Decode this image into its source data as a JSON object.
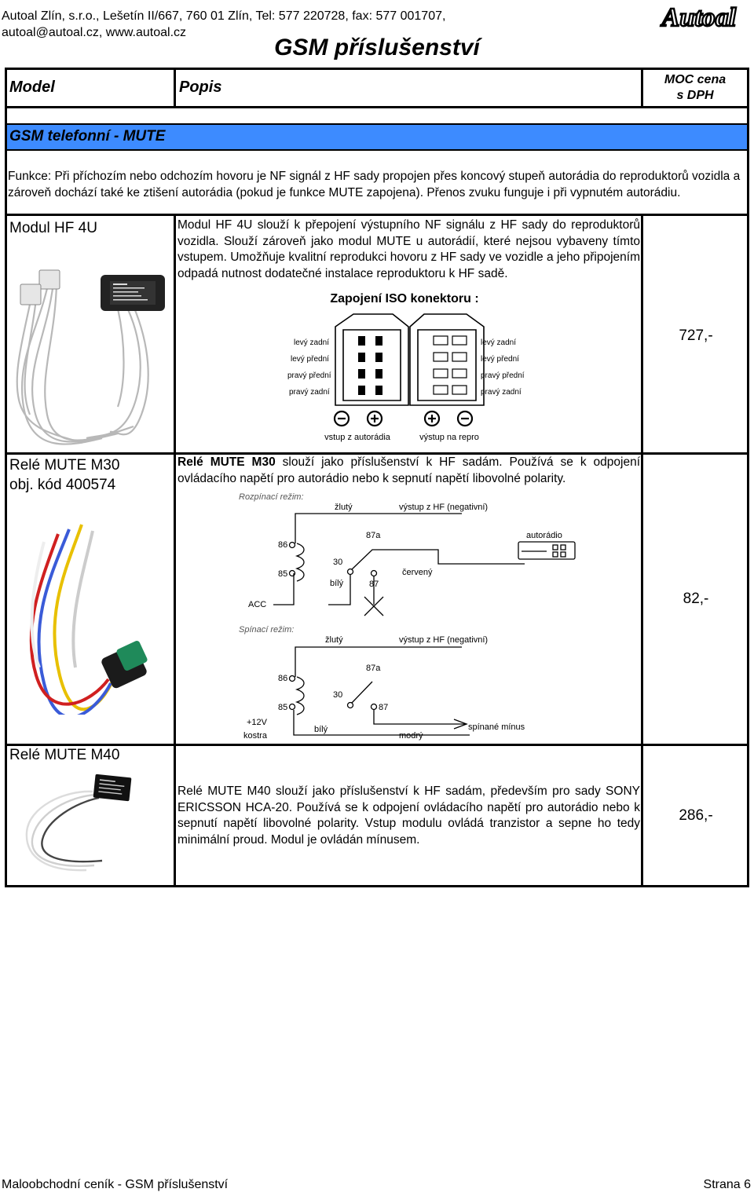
{
  "header": {
    "address_line1": "Autoal Zlín, s.r.o., Lešetín II/667, 760 01 Zlín, Tel: 577 220728, fax: 577 001707,",
    "address_line2": "autoal@autoal.cz, www.autoal.cz",
    "title": "GSM příslušenství",
    "logo_text": "Autoal"
  },
  "table_header": {
    "model": "Model",
    "popis": "Popis",
    "price_line1": "MOC cena",
    "price_line2": "s DPH"
  },
  "section": {
    "title": "GSM telefonní - MUTE",
    "intro": "Funkce: Při příchozím nebo odchozím hovoru je NF signál z HF sady propojen přes koncový stupeň autorádia do reproduktorů vozidla a zároveň dochází také ke ztišení autorádia (pokud je funkce MUTE zapojena). Přenos zvuku funguje i při vypnutém autorádiu."
  },
  "products": [
    {
      "model": "Modul HF 4U",
      "code": "",
      "description": "Modul HF 4U slouží k přepojení výstupního NF signálu z HF sady do reproduktorů vozidla. Slouží zároveň jako modul MUTE u autorádií, které nejsou vybaveny tímto vstupem. Umožňuje kvalitní reprodukci hovoru z HF sady ve vozidle a jeho připojením odpadá nutnost dodatečné instalace reproduktoru k HF sadě.",
      "price": "727,-"
    },
    {
      "model": "Relé MUTE M30",
      "code": "obj. kód 400574",
      "description_bold": "Relé MUTE M30",
      "description": " slouží jako příslušenství k HF sadám. Používá se k odpojení ovládacího napětí pro autorádio nebo k sepnutí napětí libovolné polarity.",
      "price": "82,-"
    },
    {
      "model": "Relé MUTE M40",
      "code": "",
      "description": "Relé MUTE M40 slouží jako příslušenství k HF sadám, především pro sady SONY ERICSSON HCA-20. Používá se k odpojení ovládacího napětí pro autorádio nebo k sepnutí napětí libovolné polarity. Vstup modulu ovládá tranzistor a sepne ho tedy minimální proud. Modul je ovládán mínusem.",
      "price": "286,-"
    }
  ],
  "iso_diagram": {
    "title": "Zapojení ISO konektoru :",
    "left_labels": [
      "levý zadní",
      "levý přední",
      "pravý přední",
      "pravý zadní"
    ],
    "right_labels": [
      "levý zadní",
      "levý přední",
      "pravý přední",
      "pravý zadní"
    ],
    "bottom_left": "vstup z autorádia",
    "bottom_right": "výstup na repro"
  },
  "relay_diagram": {
    "mode1_title": "Rozpínací režim:",
    "mode2_title": "Spínací režim:",
    "zluty": "žlutý",
    "vystup": "výstup z HF (negativní)",
    "pin87a": "87a",
    "pin86": "86",
    "pin85": "85",
    "pin30": "30",
    "pin87": "87",
    "bily": "bílý",
    "cerveny": "červený",
    "acc": "ACC",
    "autoradio": "autorádio",
    "plus12": "+12V",
    "kostra": "kostra",
    "modry": "modrý",
    "spinane": "spínané mínus"
  },
  "footer": {
    "left": "Maloobchodní ceník - GSM příslušenství",
    "right": "Strana 6"
  }
}
